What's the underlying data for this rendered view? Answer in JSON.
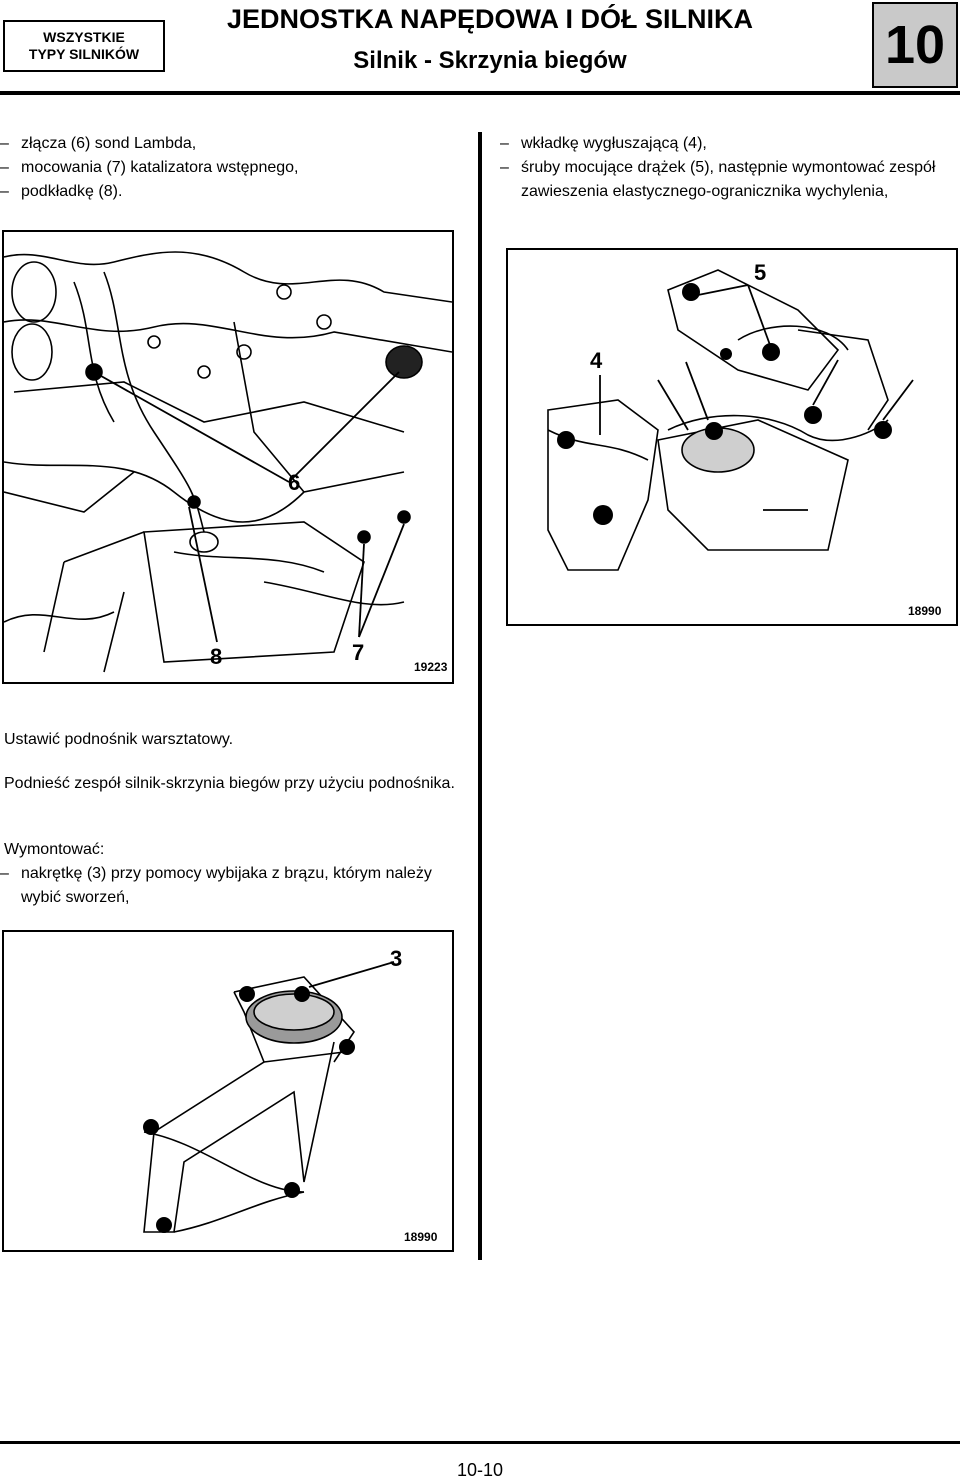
{
  "header": {
    "tag_line1": "WSZYSTKIE",
    "tag_line2": "TYPY SILNIKÓW",
    "title": "JEDNOSTKA NAPĘDOWA I DÓŁ SILNIKA",
    "subtitle": "Silnik - Skrzynia biegów",
    "chapter": "10"
  },
  "left_col": {
    "list_items": [
      "złącza (6) sond Lambda,",
      "mocowania (7) katalizatora wstępnego,",
      "podkładkę (8)."
    ],
    "figure1": {
      "code": "19223",
      "callouts": [
        "6",
        "8",
        "7"
      ]
    },
    "para1": "Ustawić podnośnik warsztatowy.",
    "para2": "Podnieść zespół silnik-skrzynia biegów przy użyciu podnośnika.",
    "para3": "Wymontować:",
    "list2_items": [
      "nakrętkę (3) przy pomocy wybijaka z brązu, którym należy wybić sworzeń,"
    ],
    "figure3": {
      "code": "18990",
      "callouts": [
        "3"
      ]
    }
  },
  "right_col": {
    "list_items": [
      "wkładkę wygłuszającą (4),",
      "śruby mocujące drążek (5), następnie wymontować zespół zawieszenia elastycznego-ogranicznika wychylenia,"
    ],
    "figure2": {
      "code": "18990",
      "callouts": [
        "5",
        "4"
      ]
    }
  },
  "footer": {
    "page": "10-10"
  }
}
